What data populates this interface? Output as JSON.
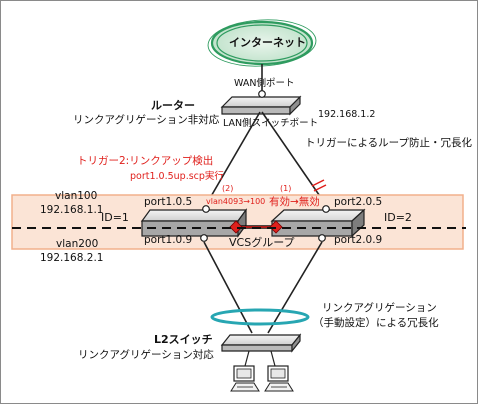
{
  "internet": {
    "label": "インターネット"
  },
  "router": {
    "wan_port": "WAN側ポート",
    "lan_port": "LAN側スイッチポート",
    "name": "ルーター",
    "note": "リンクアグリゲーション非対応",
    "ip": "192.168.1.2"
  },
  "trigger": {
    "right_note": "トリガーによるループ防止・冗長化",
    "title": "トリガー2:リンクアップ検出",
    "script": "port1.0.5up.scp実行",
    "step2_num": "(2)",
    "step2_text": "vlan4093→100",
    "step1_num": "(1)",
    "step1_text": "有効→無効"
  },
  "vlan100": {
    "name": "vlan100",
    "ip": "192.168.1.1"
  },
  "vlan200": {
    "name": "vlan200",
    "ip": "192.168.2.1"
  },
  "vcs": {
    "left_id": "ID=1",
    "right_id": "ID=2",
    "ports": {
      "left_top": "port1.0.5",
      "left_bottom": "port1.0.9",
      "right_top": "port2.0.5",
      "right_bottom": "port2.0.9"
    },
    "group_label": "VCSグループ"
  },
  "link_aggregation": {
    "line1": "リンクアグリゲーション",
    "line2": "（手動設定）による冗長化"
  },
  "l2_switch": {
    "name": "L2スイッチ",
    "note": "リンクアグリゲーション対応"
  },
  "colors": {
    "accent_red": "#e0201c",
    "vcs_fill": "#fbe4d6",
    "vcs_border": "#f2b08c",
    "cloud_green": "#2e9b5f",
    "lag_teal": "#27a6b2"
  }
}
